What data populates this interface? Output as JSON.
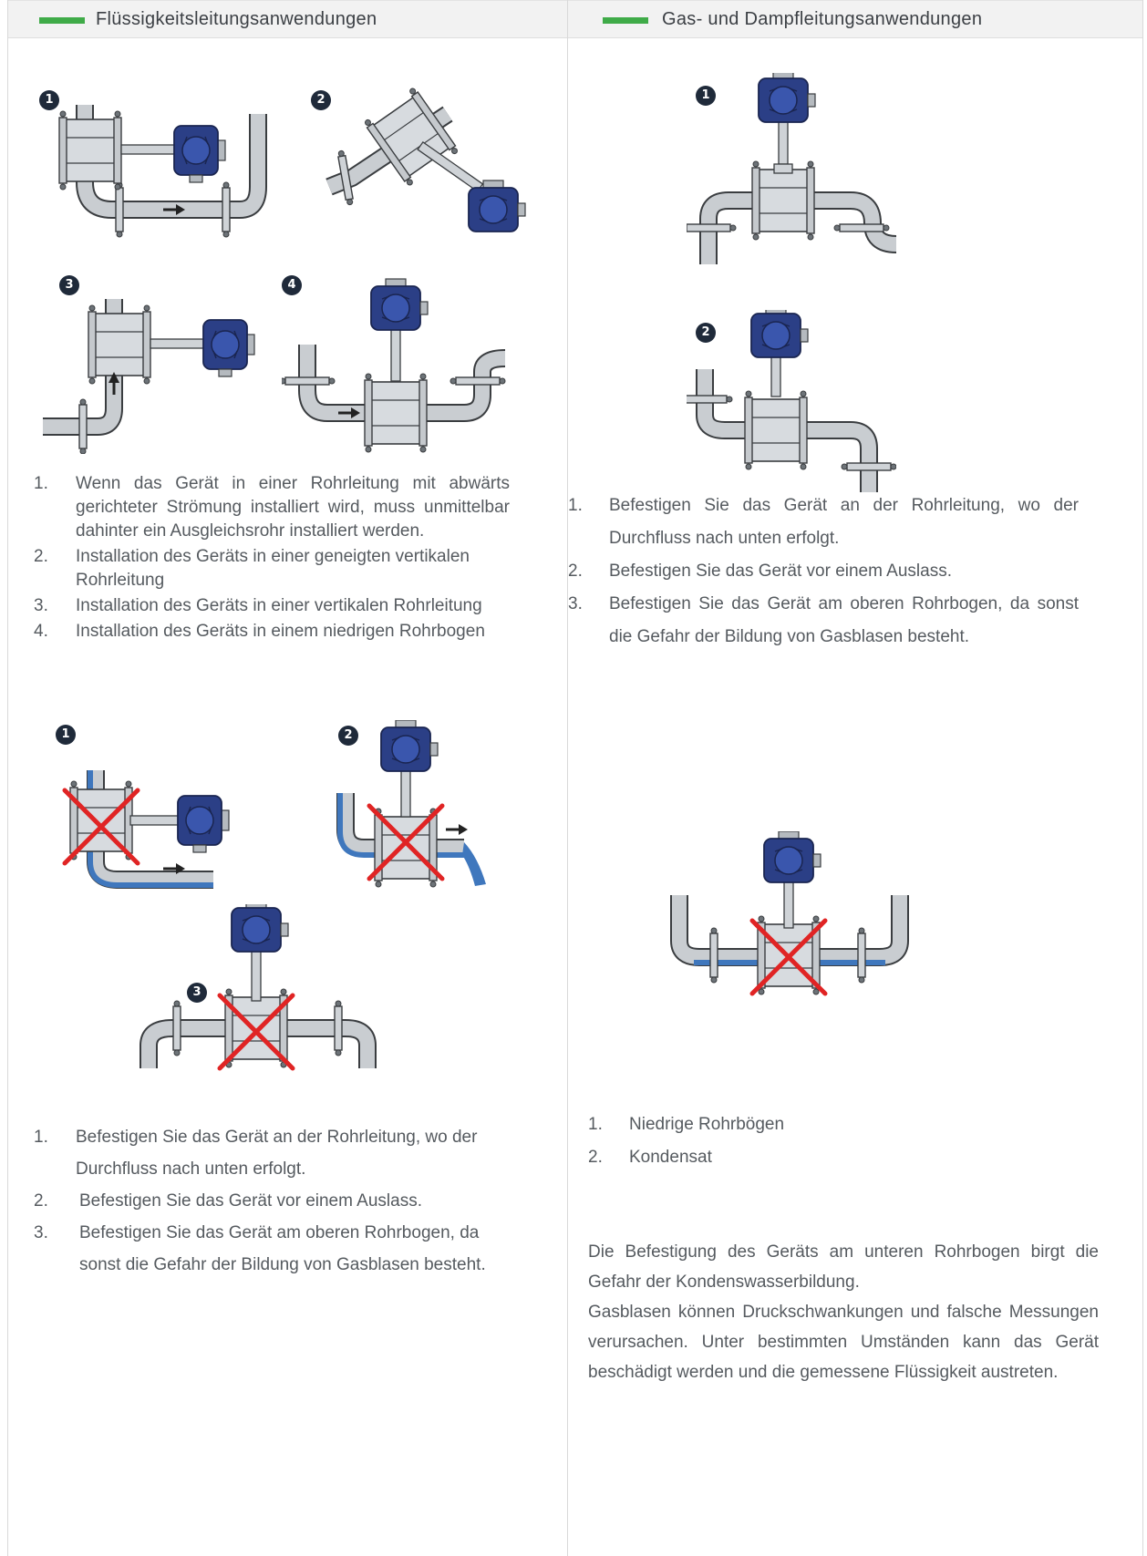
{
  "columns": {
    "left": {
      "title": "Flüssigkeitsleitungsanwendungen"
    },
    "right": {
      "title": "Gas- und Dampfleitungsanwendungen"
    }
  },
  "colors": {
    "accent": "#3fab48",
    "device_blue": "#2b3f86",
    "cross_red": "#e02424",
    "liquid_blue": "#3f77bd",
    "pipe_gray": "#c9cdd1"
  },
  "left": {
    "correct_figure_numbers": [
      "1",
      "2",
      "3",
      "4"
    ],
    "correct_list": [
      {
        "n": "1.",
        "text": "Wenn das Gerät in einer Rohrleitung mit abwärts gerichteter Strömung installiert wird, muss unmittelbar dahinter ein Ausgleichsrohr installiert werden."
      },
      {
        "n": "2.",
        "text": "Installation des Geräts in einer geneigten vertikalen Rohrleitung"
      },
      {
        "n": "3.",
        "text": "Installation des Geräts in einer vertikalen Rohrleitung"
      },
      {
        "n": "4.",
        "text": "Installation des Geräts in einem niedrigen Rohrbogen"
      }
    ],
    "wrong_figure_numbers": [
      "1",
      "2",
      "3"
    ],
    "wrong_list": [
      {
        "n": "1.",
        "text": "Befestigen Sie das Gerät an der Rohrleitung, wo der Durchfluss nach unten erfolgt."
      },
      {
        "n": "2.",
        "text": "Befestigen Sie das Gerät vor einem Auslass."
      },
      {
        "n": "3.",
        "text": "Befestigen Sie das Gerät am oberen Rohrbogen, da sonst die Gefahr der Bildung von Gasblasen besteht."
      }
    ]
  },
  "right": {
    "correct_figure_numbers": [
      "1",
      "2"
    ],
    "correct_list": [
      {
        "n": "1.",
        "text": "Befestigen Sie das Gerät an der Rohrleitung, wo der Durchfluss nach unten erfolgt."
      },
      {
        "n": "2.",
        "text": "Befestigen Sie das Gerät vor einem Auslass."
      },
      {
        "n": "3.",
        "text": "Befestigen Sie das Gerät am oberen Rohrbogen, da sonst die Gefahr der Bildung von Gasblasen besteht."
      }
    ],
    "wrong_list": [
      {
        "n": "1.",
        "text": "Niedrige Rohrbögen"
      },
      {
        "n": "2.",
        "text": "Kondensat"
      }
    ],
    "paragraphs": [
      "Die Befestigung des Geräts am unteren Rohrbogen birgt die Gefahr der Kondenswasserbildung.",
      "Gasblasen können Druckschwankungen und falsche Messungen verursachen. Unter bestimmten Umständen kann das Gerät beschädigt werden und die gemessene Flüssigkeit austreten."
    ]
  }
}
